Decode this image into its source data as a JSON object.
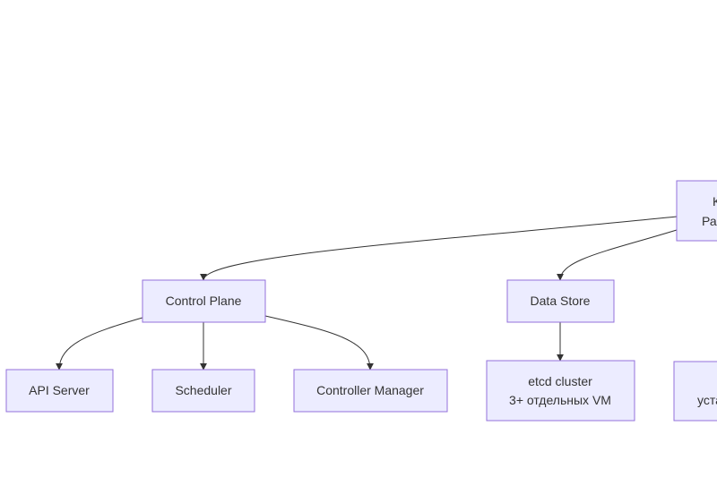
{
  "colors": {
    "node_fill": "#ECECFF",
    "node_stroke": "#9370DB",
    "edge": "#333333",
    "text": "#333333"
  },
  "nodes": {
    "root": {
      "line1": "K",
      "line2": "Раз"
    },
    "control_plane": {
      "label": "Control Plane"
    },
    "data_store": {
      "label": "Data Store"
    },
    "api_server": {
      "label": "API Server"
    },
    "scheduler": {
      "label": "Scheduler"
    },
    "controller_manager": {
      "label": "Controller Manager"
    },
    "etcd": {
      "line1": "etcd cluster",
      "line2": "3+ отдельных VM"
    },
    "partial_right": {
      "line1": "уста"
    }
  },
  "edges": [
    {
      "from": "root",
      "to": "control_plane"
    },
    {
      "from": "root",
      "to": "data_store"
    },
    {
      "from": "control_plane",
      "to": "api_server"
    },
    {
      "from": "control_plane",
      "to": "scheduler"
    },
    {
      "from": "control_plane",
      "to": "controller_manager"
    },
    {
      "from": "data_store",
      "to": "etcd"
    }
  ]
}
